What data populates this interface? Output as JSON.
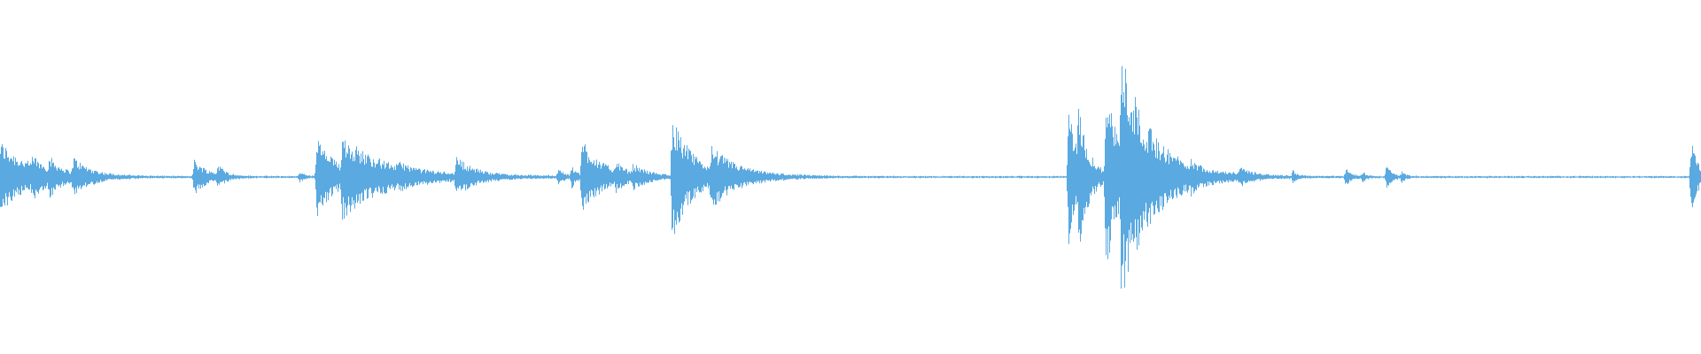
{
  "waveform": {
    "color": "#5aa9e0",
    "background": "#ffffff",
    "bursts": [
      {
        "position": 0.0,
        "amplitude": 0.21,
        "decay": 0.018
      },
      {
        "position": 0.019,
        "amplitude": 0.06,
        "decay": 0.006
      },
      {
        "position": 0.029,
        "amplitude": 0.07,
        "decay": 0.006
      },
      {
        "position": 0.043,
        "amplitude": 0.09,
        "decay": 0.01
      },
      {
        "position": 0.114,
        "amplitude": 0.1,
        "decay": 0.008
      },
      {
        "position": 0.128,
        "amplitude": 0.06,
        "decay": 0.004
      },
      {
        "position": 0.176,
        "amplitude": 0.03,
        "decay": 0.003
      },
      {
        "position": 0.186,
        "amplitude": 0.23,
        "decay": 0.012
      },
      {
        "position": 0.201,
        "amplitude": 0.19,
        "decay": 0.03
      },
      {
        "position": 0.235,
        "amplitude": 0.03,
        "decay": 0.004
      },
      {
        "position": 0.268,
        "amplitude": 0.1,
        "decay": 0.01
      },
      {
        "position": 0.328,
        "amplitude": 0.05,
        "decay": 0.003
      },
      {
        "position": 0.336,
        "amplitude": 0.06,
        "decay": 0.003
      },
      {
        "position": 0.342,
        "amplitude": 0.22,
        "decay": 0.012
      },
      {
        "position": 0.362,
        "amplitude": 0.05,
        "decay": 0.005
      },
      {
        "position": 0.372,
        "amplitude": 0.05,
        "decay": 0.01
      },
      {
        "position": 0.395,
        "amplitude": 0.36,
        "decay": 0.012
      },
      {
        "position": 0.418,
        "amplitude": 0.13,
        "decay": 0.018
      },
      {
        "position": 0.628,
        "amplitude": 0.42,
        "decay": 0.006
      },
      {
        "position": 0.634,
        "amplitude": 0.28,
        "decay": 0.006
      },
      {
        "position": 0.65,
        "amplitude": 0.56,
        "decay": 0.008
      },
      {
        "position": 0.659,
        "amplitude": 0.6,
        "decay": 0.02
      },
      {
        "position": 0.7,
        "amplitude": 0.03,
        "decay": 0.003
      },
      {
        "position": 0.729,
        "amplitude": 0.04,
        "decay": 0.006
      },
      {
        "position": 0.76,
        "amplitude": 0.04,
        "decay": 0.002
      },
      {
        "position": 0.791,
        "amplitude": 0.05,
        "decay": 0.003
      },
      {
        "position": 0.801,
        "amplitude": 0.03,
        "decay": 0.002
      },
      {
        "position": 0.815,
        "amplitude": 0.07,
        "decay": 0.003
      },
      {
        "position": 0.824,
        "amplitude": 0.03,
        "decay": 0.002
      },
      {
        "position": 0.994,
        "amplitude": 0.22,
        "decay": 0.004
      }
    ]
  }
}
